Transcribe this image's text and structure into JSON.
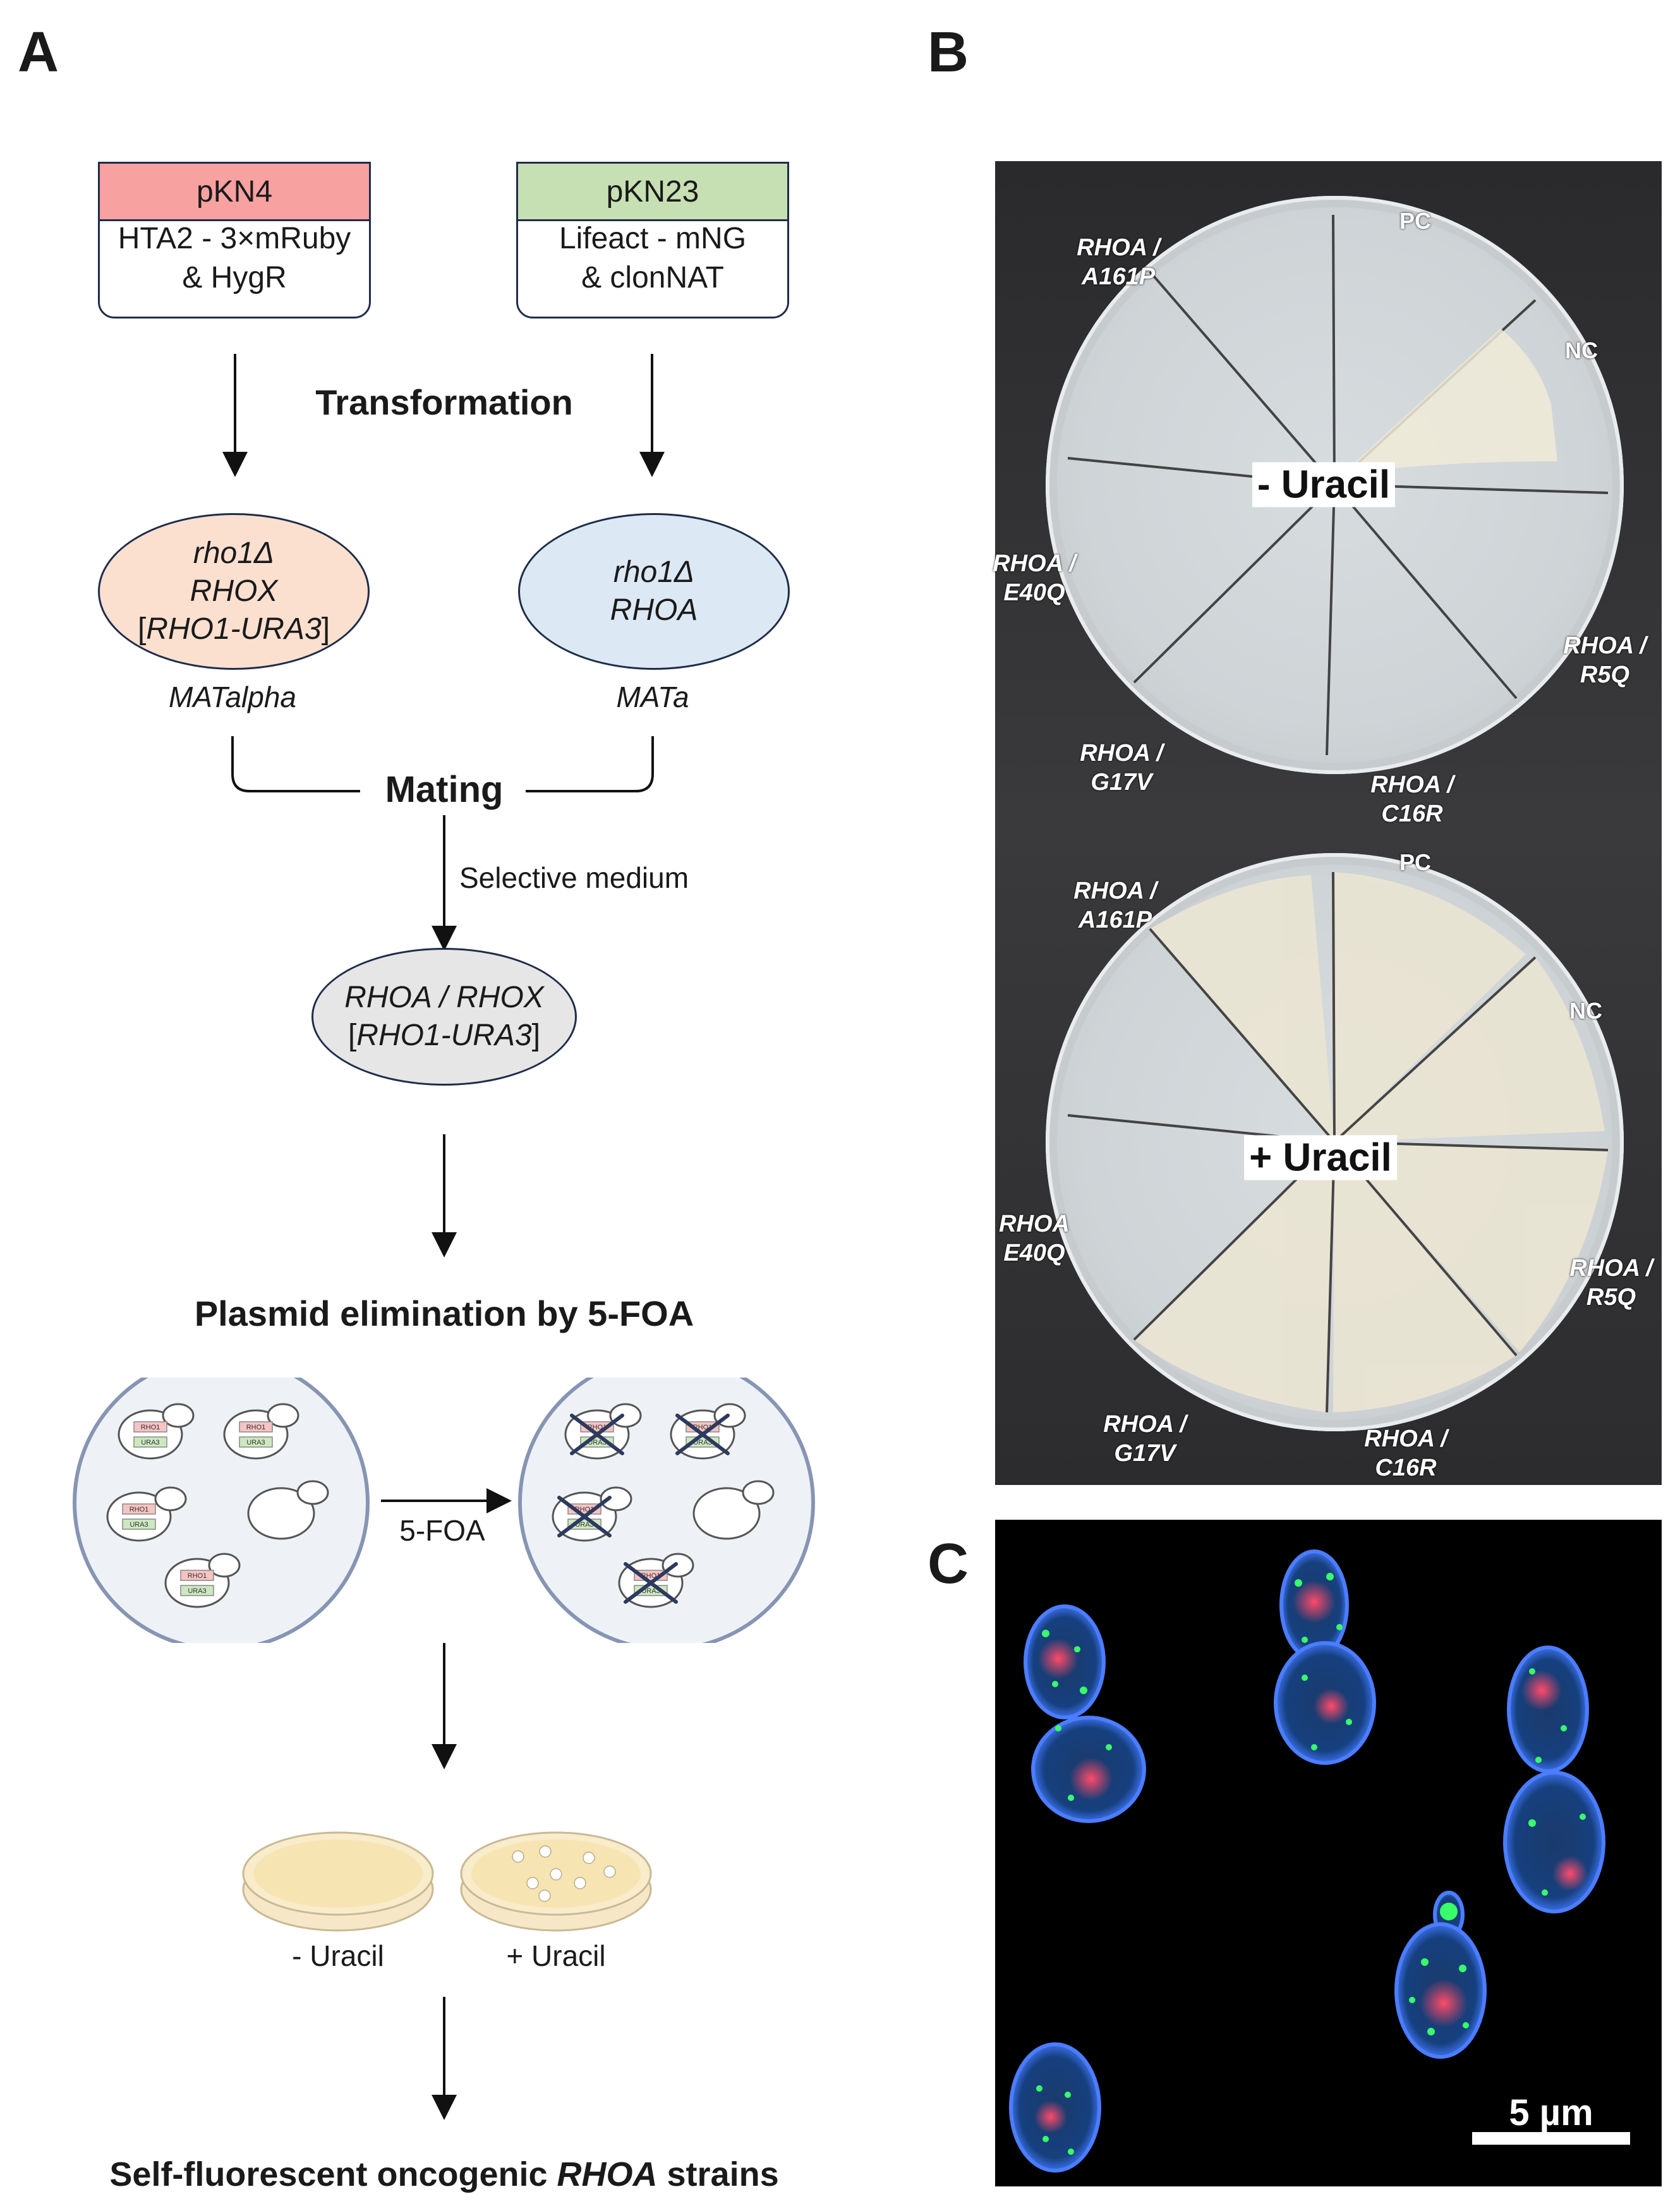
{
  "panels": {
    "a": "A",
    "b": "B",
    "c": "C"
  },
  "panel_a": {
    "plasmid_left": {
      "name": "pKN4",
      "line1": "HTA2 - 3×mRuby",
      "line2": "& HygR",
      "color": "#f7a1a1"
    },
    "plasmid_right": {
      "name": "pKN23",
      "line1": "Lifeact - mNG",
      "line2": "& clonNAT",
      "color": "#c6e0b4"
    },
    "transformation": "Transformation",
    "strain_left": {
      "line1": "rho1Δ",
      "line2": "RHOX",
      "line3_pre": "[",
      "line3_it": "RHO1-URA3",
      "line3_post": "]",
      "mating_type": "MATalpha",
      "color": "#fbe0d0"
    },
    "strain_right": {
      "line1": "rho1Δ",
      "line2": "RHOA",
      "mating_type": "MATa",
      "color": "#dce8f4"
    },
    "mating": "Mating",
    "selective_medium": "Selective medium",
    "diploid": {
      "line1": "RHOA / RHOX",
      "line2_pre": "[",
      "line2_it": "RHO1-URA3",
      "line2_post": "]",
      "color": "#e6e6e6"
    },
    "plasmid_elimination": "Plasmid elimination by 5-FOA",
    "cell_labels": {
      "rho1": "RHO1",
      "ura3": "URA3"
    },
    "foa": "5-FOA",
    "minus_uracil": "- Uracil",
    "plus_uracil": "+ Uracil",
    "final_pre": "Self-fluorescent oncogenic ",
    "final_it": "RHOA",
    "final_post": " strains"
  },
  "panel_b": {
    "top_plate": {
      "center": "- Uracil",
      "pc": "PC",
      "nc": "NC",
      "a161p": {
        "l1": "RHOA /",
        "l2": "A161P"
      },
      "e40q": {
        "l1": "RHOA /",
        "l2": "E40Q"
      },
      "g17v": {
        "l1": "RHOA /",
        "l2": "G17V"
      },
      "c16r": {
        "l1": "RHOA /",
        "l2": "C16R"
      },
      "r5q": {
        "l1": "RHOA /",
        "l2": "R5Q"
      }
    },
    "bottom_plate": {
      "center": "+ Uracil",
      "pc": "PC",
      "nc": "NC",
      "a161p": {
        "l1": "RHOA /",
        "l2": "A161P"
      },
      "e40q": {
        "l1": "RHOA",
        "l2": "E40Q"
      },
      "g17v": {
        "l1": "RHOA /",
        "l2": "G17V"
      },
      "c16r": {
        "l1": "RHOA /",
        "l2": "C16R"
      },
      "r5q": {
        "l1": "RHOA /",
        "l2": "R5Q"
      }
    }
  },
  "panel_c": {
    "scale": "5 µm"
  }
}
